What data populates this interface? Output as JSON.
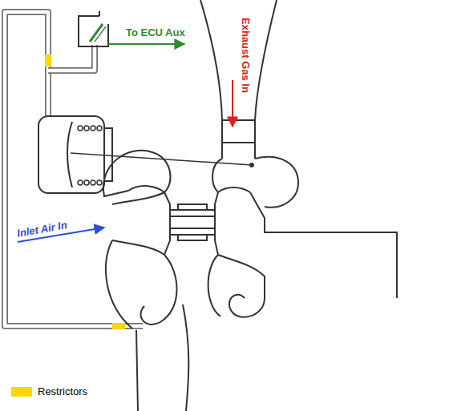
{
  "diagram": {
    "labels": [
      "To ECU Aux",
      "Exhaust Gas In",
      "Inlet Air In"
    ],
    "legend": [
      {
        "text": "Restrictors",
        "color": "#ffd700"
      }
    ]
  }
}
